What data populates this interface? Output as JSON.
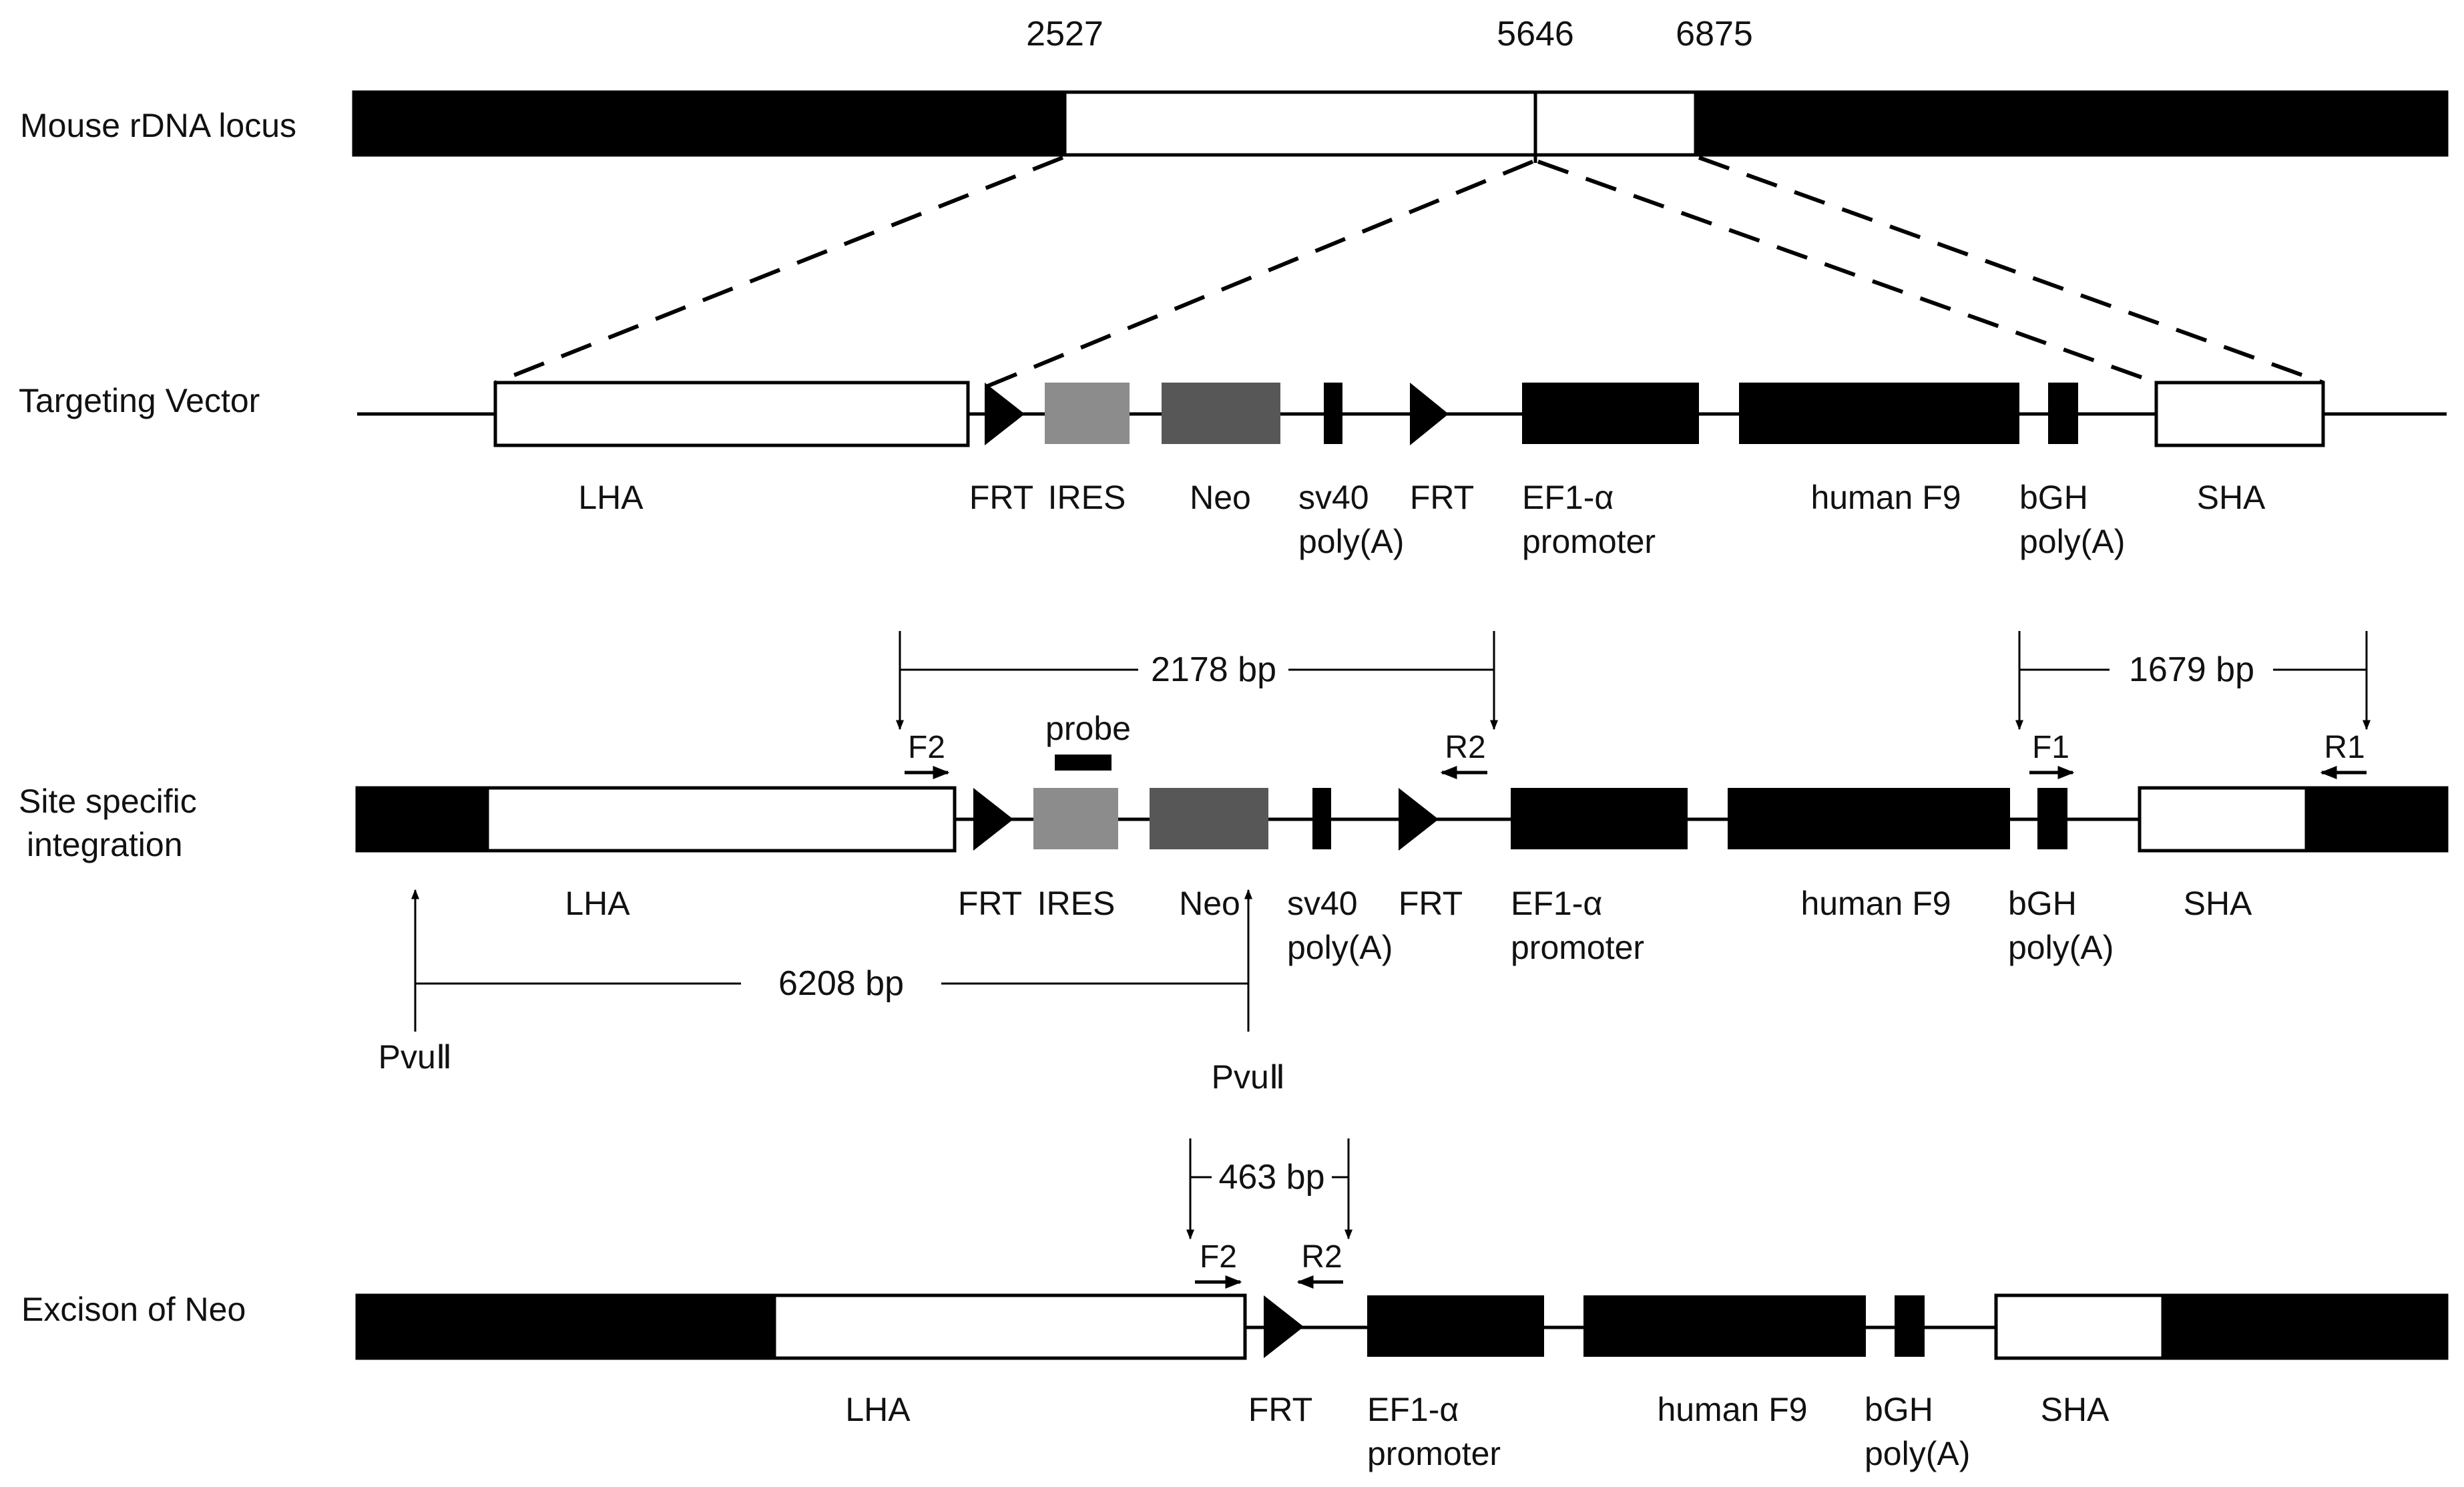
{
  "rows": {
    "locus": "Mouse rDNA locus",
    "vector": "Targeting Vector",
    "integration": [
      "Site specific",
      "integration"
    ],
    "excision": "Excison of Neo"
  },
  "positions": {
    "p1": "2527",
    "p2": "5646",
    "p3": "6875"
  },
  "labels": {
    "lha": "LHA",
    "sha": "SHA",
    "frt": "FRT",
    "ires": "IRES",
    "neo": "Neo",
    "sv40": [
      "sv40",
      "poly(A)"
    ],
    "ef1": [
      "EF1-α",
      "promoter"
    ],
    "f9": "human F9",
    "bgh": [
      "bGH",
      "poly(A)"
    ],
    "probe": "probe"
  },
  "primers": {
    "f1": "F1",
    "f2": "F2",
    "r1": "R1",
    "r2": "R2"
  },
  "fragments": {
    "a": "2178 bp",
    "b": "1679 bp",
    "c": "6208 bp",
    "d": "463 bp"
  },
  "enzymes": {
    "pvu": "PvuⅡ"
  },
  "colors": {
    "genomic": "#000000",
    "arm": "#ffffff",
    "ires": "#8c8c8c",
    "neo": "#575757",
    "element": "#000000"
  }
}
